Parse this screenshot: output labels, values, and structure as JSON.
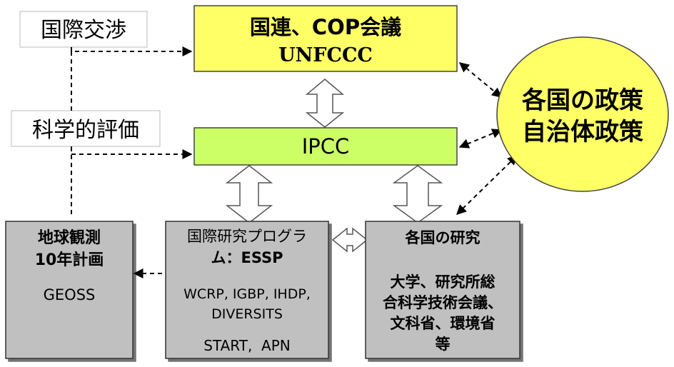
{
  "labels": {
    "negotiation": "国際交渉",
    "assessment": "科学的評価"
  },
  "boxes": {
    "cop": {
      "line1": "国連、COP会議",
      "line2": "UNFCCC",
      "fill": "#ffff66"
    },
    "ipcc": {
      "line1": "IPCC",
      "fill": "#ccff66"
    },
    "policy": {
      "line1": "各国の政策",
      "line2": "自治体政策",
      "fill": "#ffff66"
    },
    "geoss": {
      "line1": "地球観測",
      "line2": "10年計画",
      "line3": "GEOSS",
      "fill": "#c0c0c0"
    },
    "essp": {
      "line1": "国際研究プログラ",
      "line2": "ム：ESSP",
      "line3": "WCRP, IGBP, IHDP,",
      "line4": "DIVERSITS",
      "line5": "START,  APN",
      "fill": "#c0c0c0"
    },
    "national": {
      "line1": "各国の研究",
      "line2": "大学、研究所総",
      "line3": "合科学技術会議、",
      "line4": "文科省、環境省",
      "line5": "等",
      "fill": "#c0c0c0"
    }
  }
}
